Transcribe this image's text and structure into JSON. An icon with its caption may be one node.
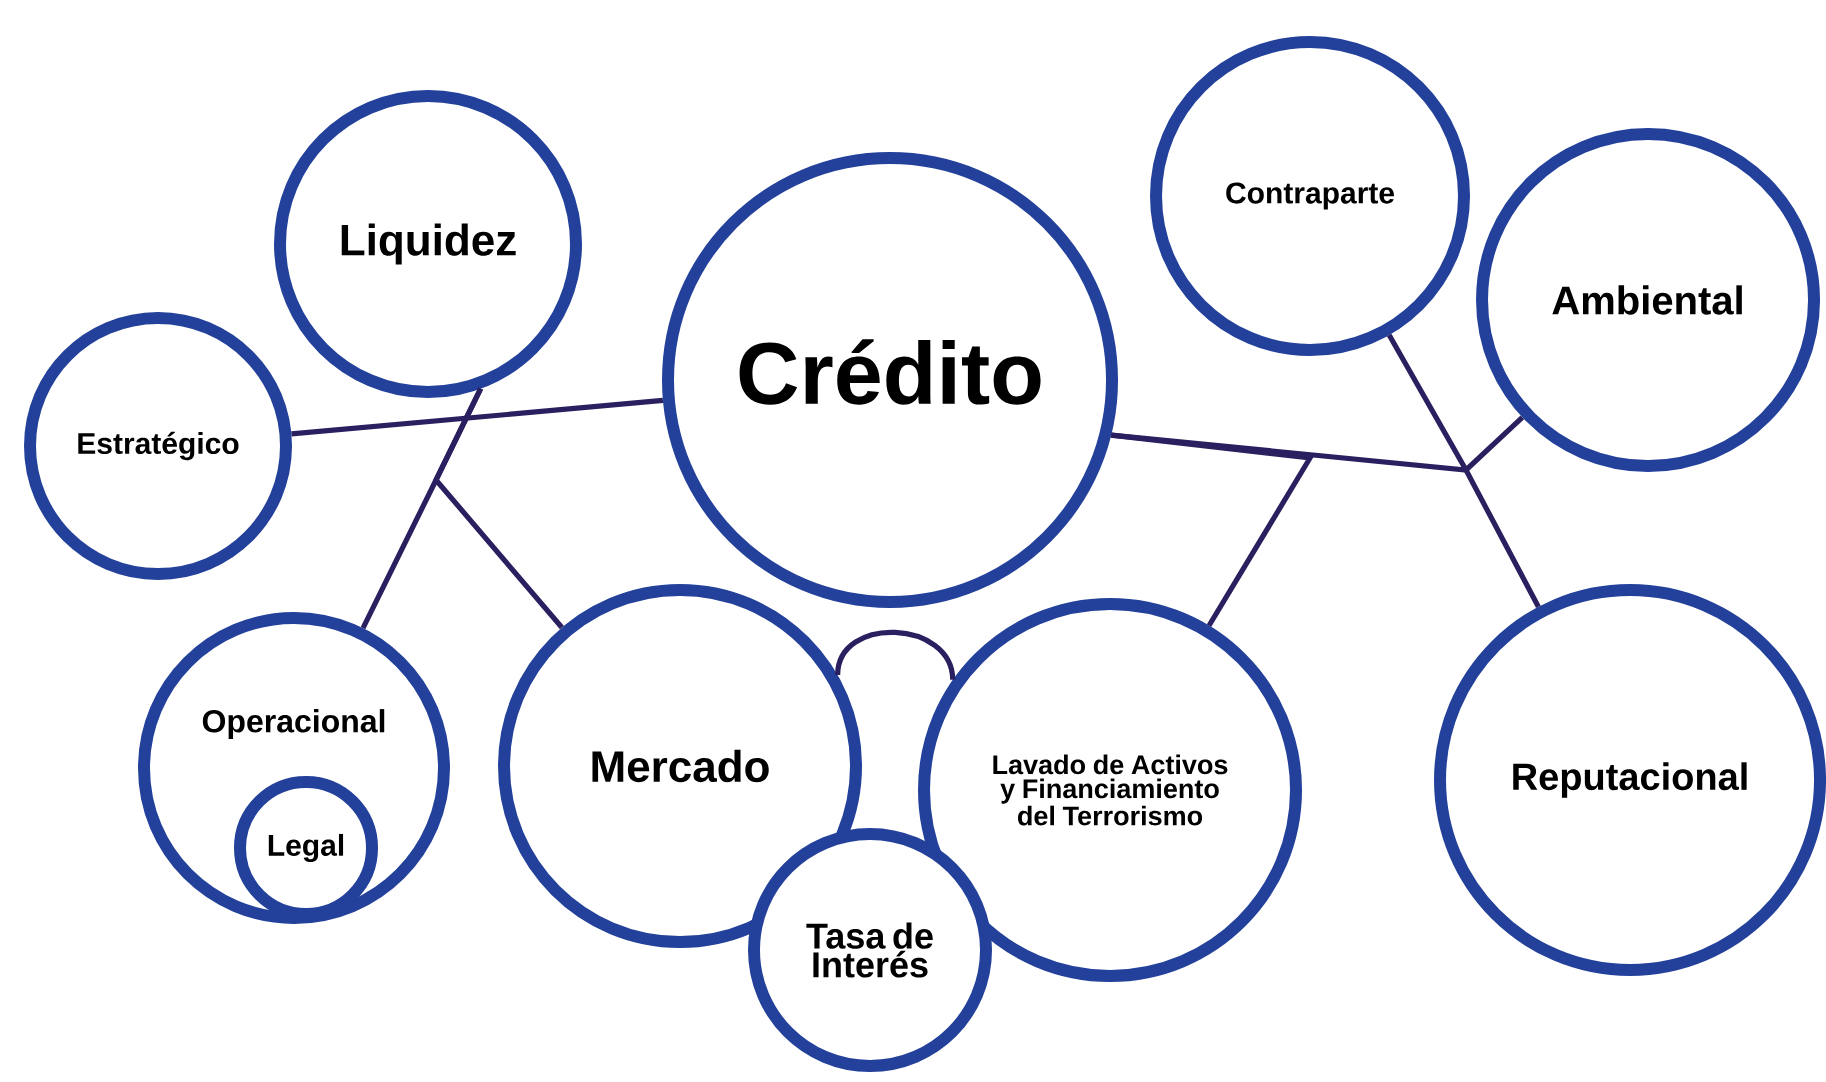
{
  "diagram": {
    "nodes": [
      {
        "text": [
          "Liquidez"
        ]
      },
      {
        "text": [
          "Contraparte"
        ]
      },
      {
        "text": [
          "Crédito"
        ]
      },
      {
        "text": [
          "Ambiental"
        ]
      },
      {
        "text": [
          "Estratégico"
        ]
      },
      {
        "text": [
          "Operacional"
        ]
      },
      {
        "text": [
          "Legal"
        ],
        "in": 5
      },
      {
        "text": [
          "Mercado"
        ]
      },
      {
        "text": [
          "Lavado de Activos y Financiamiento del Terrorismo"
        ]
      },
      {
        "text": [
          "Reputacional"
        ]
      },
      {
        "text": [
          "Tasa de Interés"
        ]
      }
    ],
    "edges": [
      {
        "from": 4,
        "to": 2,
        "arrow": "none"
      },
      {
        "from": 0,
        "to": 5,
        "arrow": "none"
      },
      {
        "from": 0,
        "to": 7,
        "arrow": "none"
      },
      {
        "from": 2,
        "to": 3,
        "arrow": "none"
      },
      {
        "from": 1,
        "to": 9,
        "arrow": "none"
      },
      {
        "from": 2,
        "to": 8,
        "arrow": "none"
      },
      {
        "from": 7,
        "to": 8,
        "arrow": "none"
      }
    ]
  }
}
